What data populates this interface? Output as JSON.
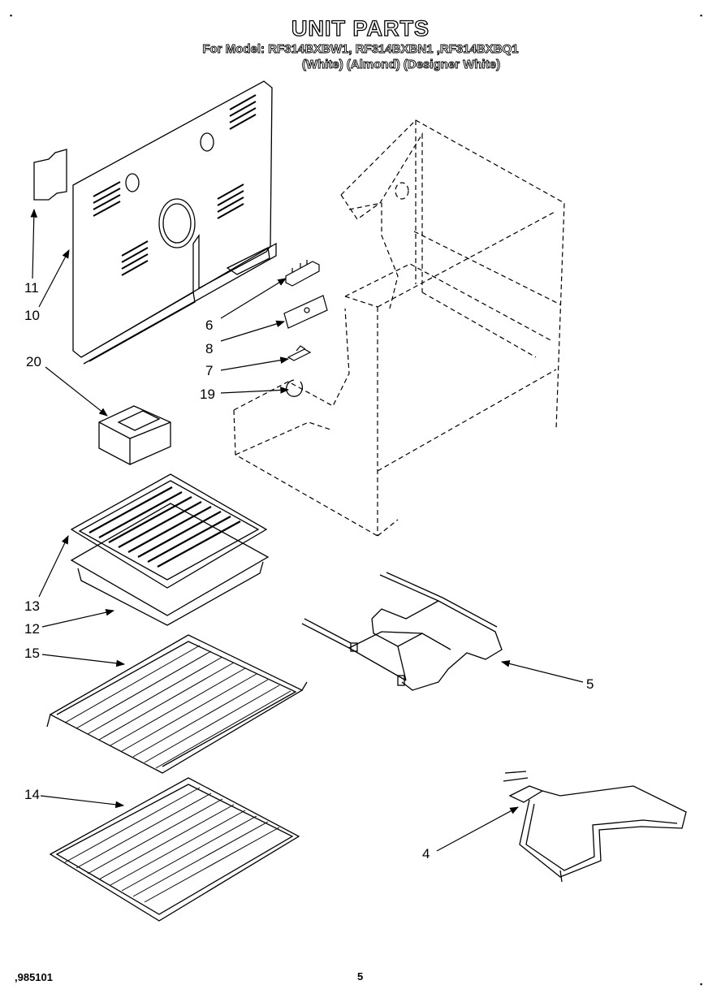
{
  "header": {
    "title": "UNIT PARTS",
    "models_line": "For Model: RF314BXBW1, RF314BXBN1 ,RF314BXBQ1",
    "colors_line": "(White)    (Almond) (Designer White)"
  },
  "callouts": {
    "c11": "11",
    "c10": "10",
    "c6": "6",
    "c8": "8",
    "c7": "7",
    "c19": "19",
    "c20": "20",
    "c13": "13",
    "c12": "12",
    "c15": "15",
    "c5": "5",
    "c14": "14",
    "c4": "4"
  },
  "footer": {
    "doc_number": ",985101",
    "page_number": "5"
  },
  "corner_marks": {
    "mark": "▪"
  }
}
